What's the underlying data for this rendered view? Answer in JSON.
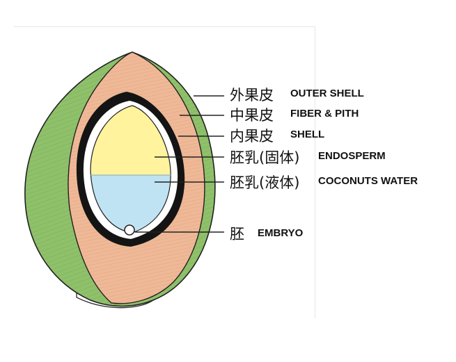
{
  "labels": [
    {
      "zh": "外果皮",
      "en": "OUTER SHELL"
    },
    {
      "zh": "中果皮",
      "en": "FIBER & PITH"
    },
    {
      "zh": "内果皮",
      "en": "SHELL"
    },
    {
      "zh": "胚乳(固体)",
      "en": "ENDOSPERM"
    },
    {
      "zh": "胚乳(液体)",
      "en": "COCONUTS WATER"
    },
    {
      "zh": "胚",
      "en": "EMBRYO"
    }
  ],
  "colors": {
    "outer_shell": "#8fc06a",
    "fiber_pith": "#efb896",
    "shell": "#141414",
    "endosperm": "#fff39e",
    "coconut_water": "#bfe3f2",
    "leader_line": "#222222"
  }
}
